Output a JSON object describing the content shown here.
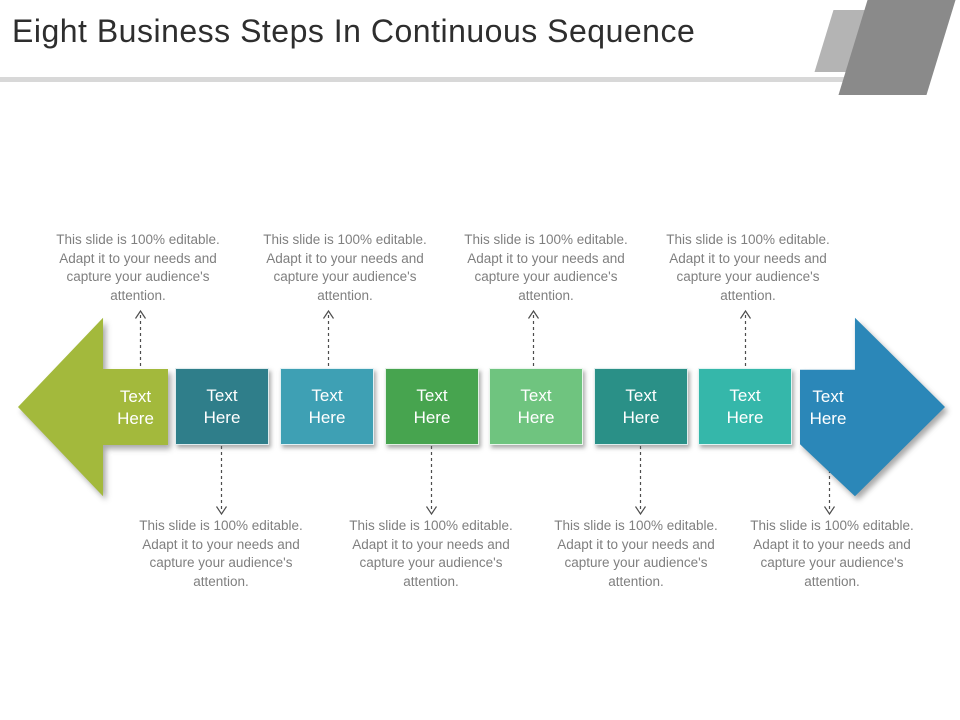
{
  "slide": {
    "title": "Eight Business Steps In Continuous Sequence"
  },
  "decor": {
    "divider_color": "#d8d8d8",
    "corner_flag_front_color": "#8a8a8a",
    "corner_flag_back_color": "#b4b4b4",
    "connector_color": "#4d4d4d"
  },
  "steps": [
    {
      "id": 1,
      "shape": "arrow-left",
      "label": "Text Here",
      "color": "#a3b93c",
      "callout_side": "top"
    },
    {
      "id": 2,
      "shape": "box",
      "label": "Text Here",
      "color": "#2f7e8a",
      "callout_side": "bottom"
    },
    {
      "id": 3,
      "shape": "box",
      "label": "Text Here",
      "color": "#3ea0b4",
      "callout_side": "top"
    },
    {
      "id": 4,
      "shape": "box",
      "label": "Text Here",
      "color": "#47a44f",
      "callout_side": "bottom"
    },
    {
      "id": 5,
      "shape": "box",
      "label": "Text Here",
      "color": "#6fc47f",
      "callout_side": "top"
    },
    {
      "id": 6,
      "shape": "box",
      "label": "Text Here",
      "color": "#2a9087",
      "callout_side": "bottom"
    },
    {
      "id": 7,
      "shape": "box",
      "label": "Text Here",
      "color": "#35b7aa",
      "callout_side": "top"
    },
    {
      "id": 8,
      "shape": "arrow-right",
      "label": "Text Here",
      "color": "#2b87b8",
      "callout_side": "bottom"
    }
  ],
  "callouts": {
    "top": [
      {
        "text": "This slide is 100% editable. Adapt it to your needs and capture your audience's attention."
      },
      {
        "text": "This slide is 100% editable. Adapt it to your needs and capture your audience's attention."
      },
      {
        "text": "This slide is 100% editable. Adapt it to your needs and capture your audience's attention."
      },
      {
        "text": "This slide is 100% editable. Adapt it to your needs and capture your audience's attention."
      }
    ],
    "bottom": [
      {
        "text": "This slide is 100% editable. Adapt it to your needs and capture your audience's attention."
      },
      {
        "text": "This slide is 100% editable. Adapt it to your needs and capture your audience's attention."
      },
      {
        "text": "This slide is 100% editable. Adapt it to your needs and capture your audience's attention."
      },
      {
        "text": "This slide is 100% editable. Adapt it to your needs and capture your audience's attention."
      }
    ]
  }
}
